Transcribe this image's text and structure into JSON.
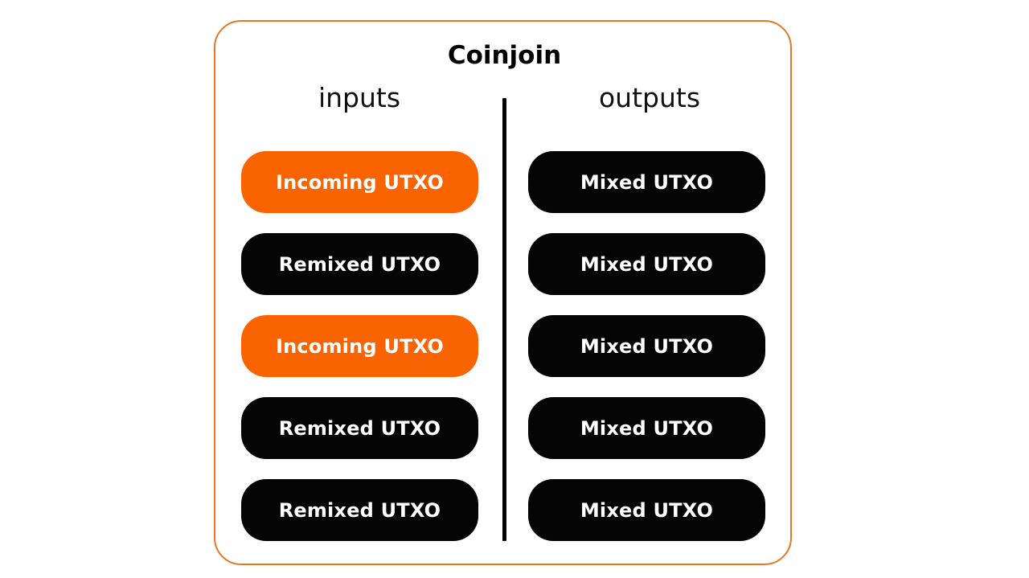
{
  "card": {
    "title": "Coinjoin",
    "border_color": "#E87722",
    "background": "#ffffff"
  },
  "columns": {
    "inputs": {
      "heading": "inputs",
      "pills": [
        {
          "label": "Incoming UTXO",
          "variant": "orange",
          "color": "#FA6400"
        },
        {
          "label": "Remixed UTXO",
          "variant": "dark",
          "color": "#050505"
        },
        {
          "label": "Incoming UTXO",
          "variant": "orange",
          "color": "#FA6400"
        },
        {
          "label": "Remixed UTXO",
          "variant": "dark",
          "color": "#050505"
        },
        {
          "label": "Remixed UTXO",
          "variant": "dark",
          "color": "#050505"
        }
      ]
    },
    "outputs": {
      "heading": "outputs",
      "pills": [
        {
          "label": "Mixed UTXO",
          "variant": "dark",
          "color": "#050505"
        },
        {
          "label": "Mixed UTXO",
          "variant": "dark",
          "color": "#050505"
        },
        {
          "label": "Mixed UTXO",
          "variant": "dark",
          "color": "#050505"
        },
        {
          "label": "Mixed UTXO",
          "variant": "dark",
          "color": "#050505"
        },
        {
          "label": "Mixed UTXO",
          "variant": "dark",
          "color": "#050505"
        }
      ]
    }
  },
  "divider": {
    "name": "column-divider",
    "color": "#000000"
  }
}
